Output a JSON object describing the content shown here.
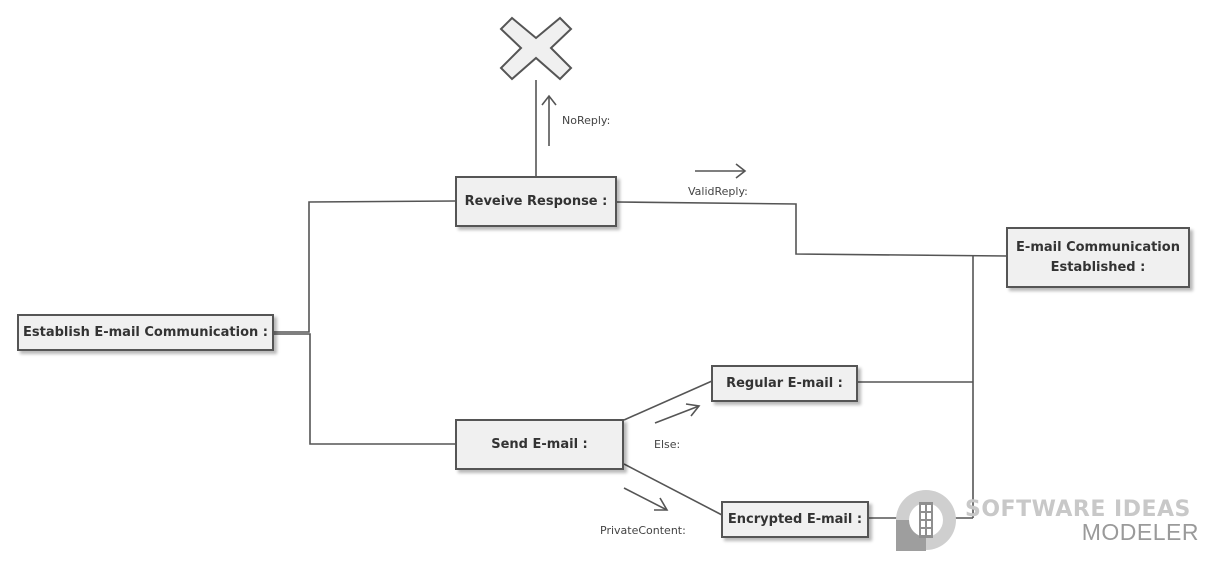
{
  "diagram": {
    "nodes": {
      "establish": "Establish E-mail Communication :",
      "receive": "Reveive Response :",
      "established": "E-mail Communication\nEstablished :",
      "send": "Send E-mail :",
      "regular": "Regular E-mail :",
      "encrypted": "Encrypted E-mail :"
    },
    "edges": {
      "noreply": "NoReply:",
      "validreply": "ValidReply:",
      "else": "Else:",
      "privatecontent": "PrivateContent:"
    }
  },
  "logo": {
    "line1": "SOFTWARE IDEAS",
    "line2": "MODELER"
  },
  "colors": {
    "line": "#555555",
    "node_fill": "#f0f0f0",
    "node_border": "#555555",
    "logo_light": "#c8c8c8",
    "logo_dark": "#9a9a9a"
  },
  "icons": {
    "termination": "x-termination-icon"
  }
}
